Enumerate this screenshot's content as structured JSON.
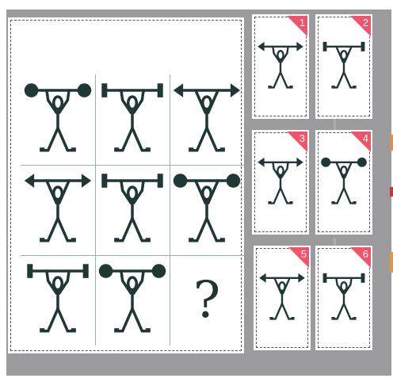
{
  "puzzle": {
    "grid": [
      [
        "ball-arms-bent",
        "plate-arms-bent",
        "arrow-arms-up"
      ],
      [
        "arrow-arms-up",
        "plate-arms-bent",
        "ball-arms-up"
      ],
      [
        "plate-arms-bent",
        "ball-arms-bent",
        "missing"
      ]
    ],
    "missing_symbol": "?"
  },
  "options": [
    {
      "number": "1",
      "figure": "arrow-arms-bent"
    },
    {
      "number": "2",
      "figure": "plate-arms-up"
    },
    {
      "number": "3",
      "figure": "arrow-arms-bent"
    },
    {
      "number": "4",
      "figure": "ball-arms-up"
    },
    {
      "number": "5",
      "figure": "arrow-arms-up"
    },
    {
      "number": "6",
      "figure": "plate-arms-bent"
    }
  ],
  "colors": {
    "ink": "#1f3836",
    "badge": "#f0536a",
    "board": "#9b9b9e",
    "grid_lines": "#9bb0ad"
  }
}
